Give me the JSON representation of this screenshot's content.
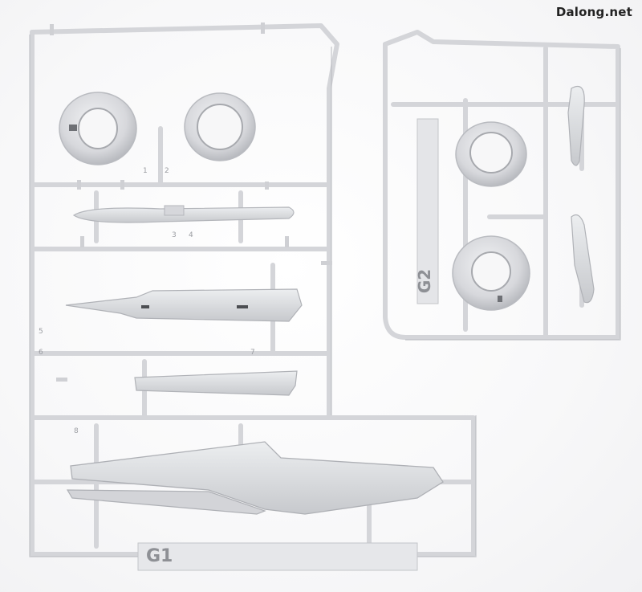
{
  "watermark": {
    "text": "Dalong.net"
  },
  "sprues": {
    "left": {
      "label": "G1"
    },
    "right": {
      "label": "G2"
    }
  },
  "part_numbers": [
    "1",
    "2",
    "3",
    "4",
    "5",
    "6",
    "7",
    "8"
  ],
  "colors": {
    "plastic": "#d9dadd",
    "plastic_shadow": "#b9bbc0",
    "plastic_highlight": "#eeeff1",
    "background": "#ffffff"
  }
}
